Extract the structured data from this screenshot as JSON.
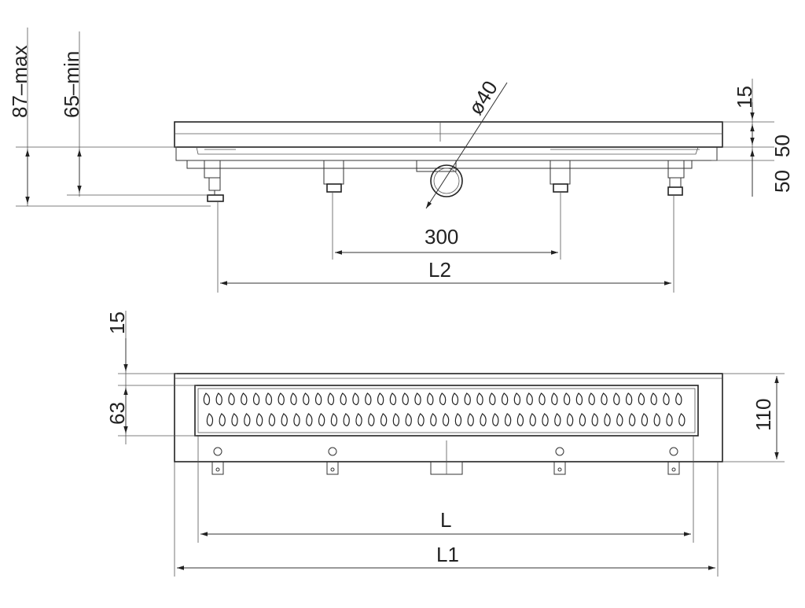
{
  "drawing": {
    "side_view": {
      "labels": {
        "max_height": "87–max",
        "min_height": "65–min",
        "top_thickness": "15",
        "upper_height": "50",
        "lower_height": "50",
        "diameter": "ø40",
        "foot_spacing": "300",
        "overall_feet": "L2"
      }
    },
    "top_view": {
      "labels": {
        "rim": "15",
        "grate_width": "63",
        "total_width": "110",
        "grate_length": "L",
        "total_length": "L1"
      }
    },
    "colors": {
      "line": "#222222",
      "background": "#ffffff"
    }
  }
}
